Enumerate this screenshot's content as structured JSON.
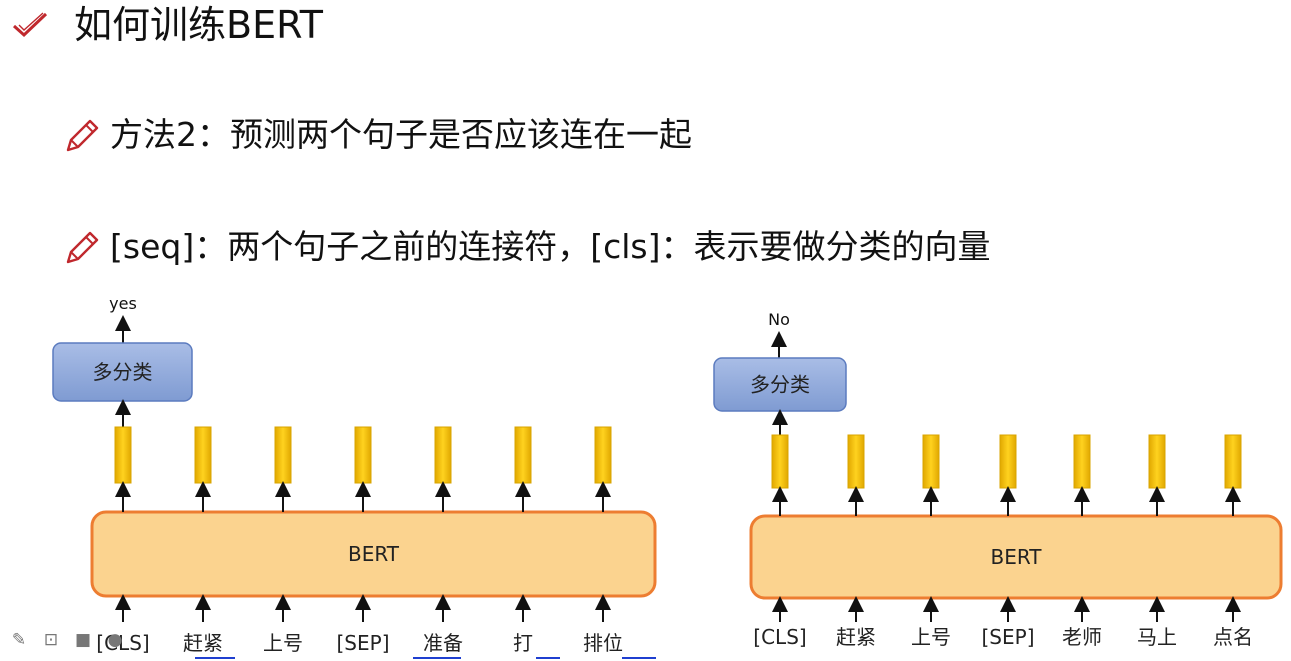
{
  "title": "如何训练BERT",
  "bullets": [
    {
      "text": "方法2：预测两个句子是否应该连在一起"
    },
    {
      "text": "[seq]：两个句子之前的连接符，[cls]：表示要做分类的向量"
    }
  ],
  "left_diagram": {
    "output": "yes",
    "classifier": "多分类",
    "model": "BERT",
    "tokens": [
      "[CLS]",
      "赶紧",
      "上号",
      "[SEP]",
      "准备",
      "打",
      "排位"
    ]
  },
  "right_diagram": {
    "output": "No",
    "classifier": "多分类",
    "model": "BERT",
    "tokens": [
      "[CLS]",
      "赶紧",
      "上号",
      "[SEP]",
      "老师",
      "马上",
      "点名"
    ]
  },
  "icons": {
    "title_icon": "checkmark-icon",
    "bullet_icon": "pencil-icon",
    "toolbar": [
      "pen-icon",
      "screenshot-icon",
      "camera-icon",
      "chat-icon"
    ]
  },
  "colors": {
    "classifier_fill": "#8ea9db",
    "classifier_stroke": "#5b7bbf",
    "bert_fill": "#fbd38f",
    "bert_stroke": "#ed7d31",
    "vector_fill": "#f5c000",
    "check_red": "#c0282d"
  }
}
